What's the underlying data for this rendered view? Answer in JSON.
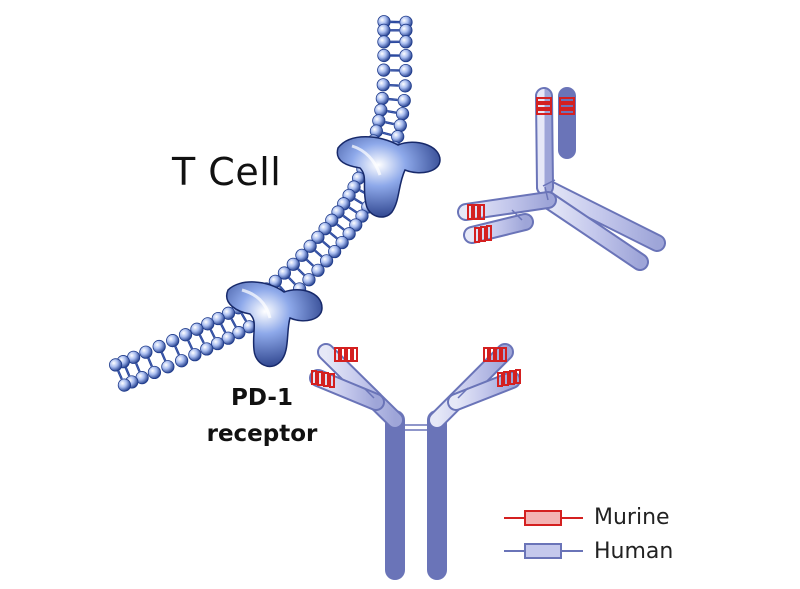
{
  "labels": {
    "cell": "T Cell",
    "receptor_line1": "PD-1",
    "receptor_line2": "receptor"
  },
  "legend": {
    "murine": "Murine",
    "human": "Human"
  },
  "colors": {
    "membrane": "#1e3a8a",
    "membrane_light": "#7fa0e0",
    "antibody_human": "#b9bfe6",
    "antibody_outline": "#6a74b8",
    "antibody_murine": "#d42020",
    "background": "#ffffff"
  }
}
